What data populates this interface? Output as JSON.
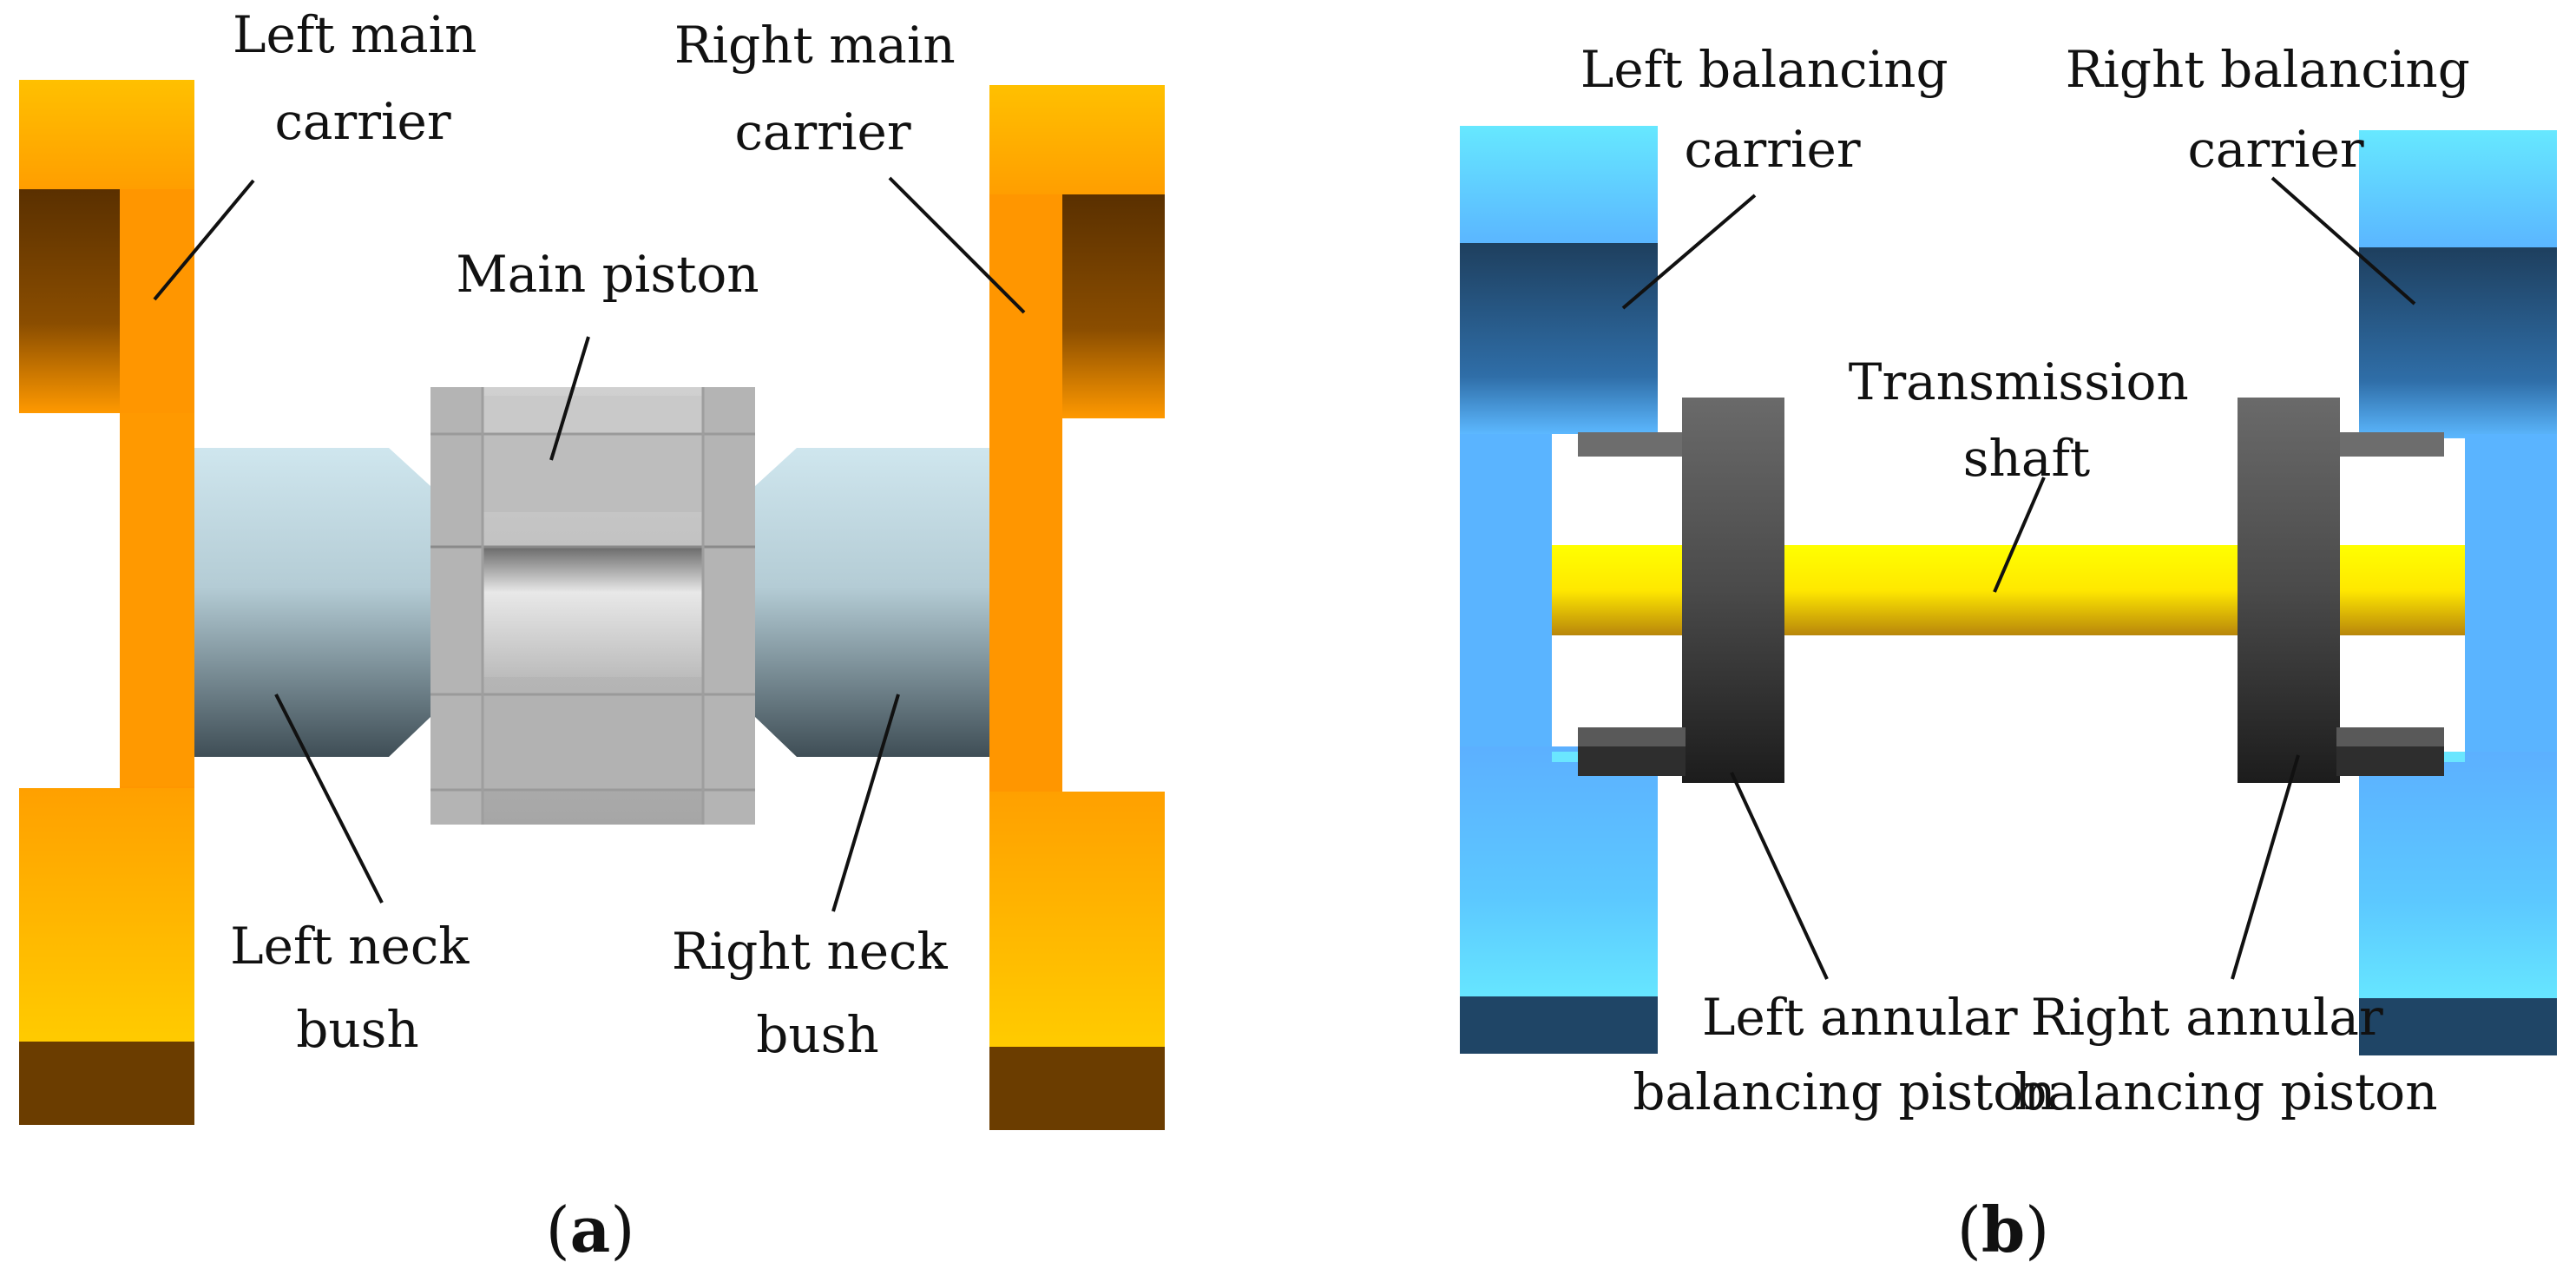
{
  "panel_a": {
    "labels": {
      "left_main_carrier": [
        "Left main",
        "carrier"
      ],
      "right_main_carrier": [
        "Right main",
        "carrier"
      ],
      "main_piston": "Main piston",
      "left_neck_bush": [
        "Left neck",
        "bush"
      ],
      "right_neck_bush": [
        "Right neck",
        "bush"
      ]
    },
    "caption": {
      "open": "(",
      "letter": "a",
      "close": ")"
    }
  },
  "panel_b": {
    "labels": {
      "left_balancing_carrier": [
        "Left balancing",
        "carrier"
      ],
      "right_balancing_carrier": [
        "Right balancing",
        "carrier"
      ],
      "transmission_shaft": [
        "Transmission",
        "shaft"
      ],
      "left_annular_balancing_piston": [
        "Left annular",
        "balancing  piston"
      ],
      "right_annular_balancing_piston": [
        "Right annular",
        "balancing piston"
      ]
    },
    "caption": {
      "open": "(",
      "letter": "b",
      "close": ")"
    }
  },
  "colors": {
    "orange_carrier": "#ff9900",
    "orange_top": "#ffbf00",
    "orange_shadow": "#6b3d00",
    "gray_piston": "#b8b8b8",
    "neck_bush_light": "#c8e0e8",
    "neck_bush_dark": "#4a5a62",
    "blue_carrier": "#5cb8ff",
    "blue_top": "#66e6ff",
    "blue_shadow": "#1f4566",
    "dark_piston": "#2a2a2a",
    "shaft_yellow": "#ffff00"
  }
}
